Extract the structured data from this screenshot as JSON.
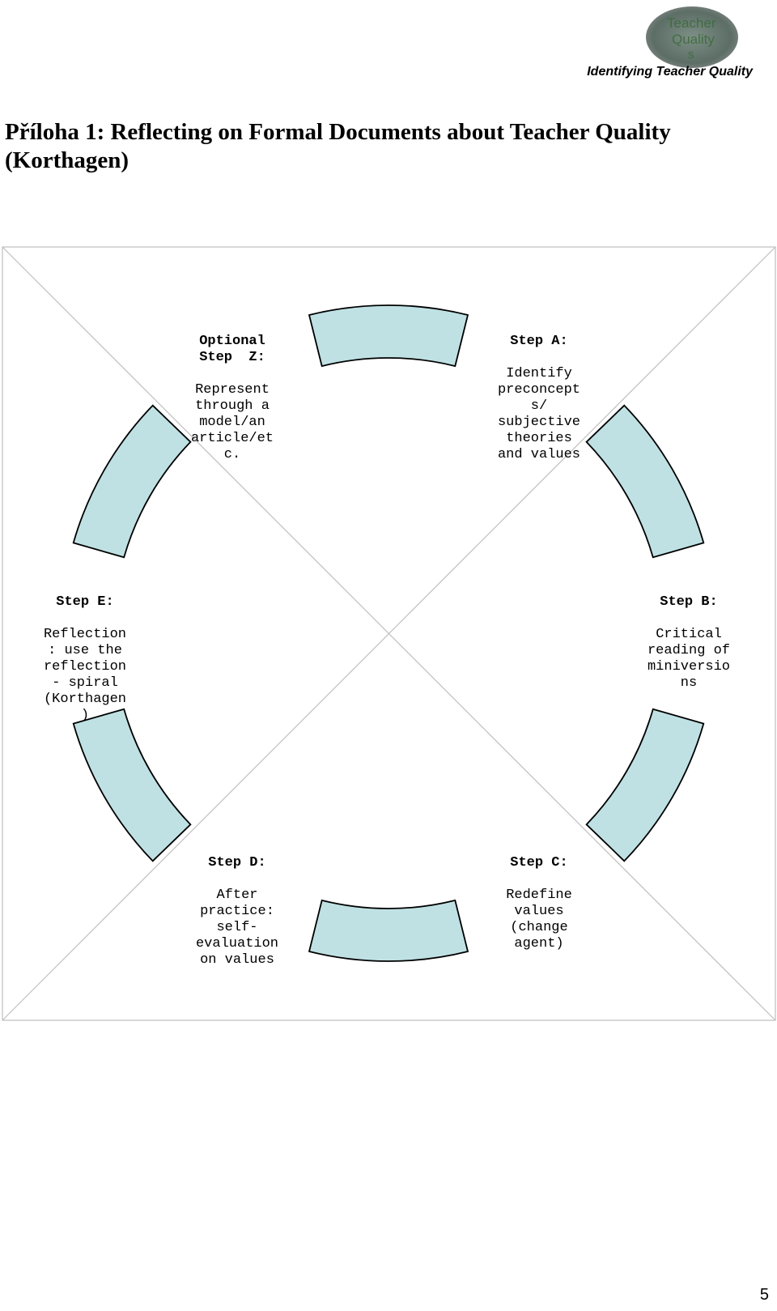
{
  "header": {
    "title": "Identifying Teacher Quality",
    "logo_text": "Teacher Quality"
  },
  "document": {
    "title": "Příloha 1: Reflecting on Formal Documents about Teacher Quality (Korthagen)"
  },
  "diagram": {
    "segment_fill": "#bfe1e4",
    "segment_stroke": "#000000",
    "frame_stroke": "#bfbfbf",
    "steps": [
      {
        "id": "z",
        "heading": "Optional\nStep  Z:",
        "body": "Represent\nthrough a\nmodel/an\narticle/et\nc."
      },
      {
        "id": "a",
        "heading": "Step A:",
        "body": "Identify\npreconcept\ns/\nsubjective\ntheories\nand values"
      },
      {
        "id": "b",
        "heading": "Step B:",
        "body": "Critical\nreading of\nminiversio\nns"
      },
      {
        "id": "c",
        "heading": "Step C:",
        "body": "Redefine\nvalues\n(change\nagent)"
      },
      {
        "id": "d",
        "heading": "Step D:",
        "body": "After\npractice:\nself-\nevaluation\non values"
      },
      {
        "id": "e",
        "heading": "Step E:",
        "body": "Reflection\n: use the\nreflection\n- spiral\n(Korthagen\n)"
      }
    ]
  },
  "page": {
    "number": "5"
  }
}
